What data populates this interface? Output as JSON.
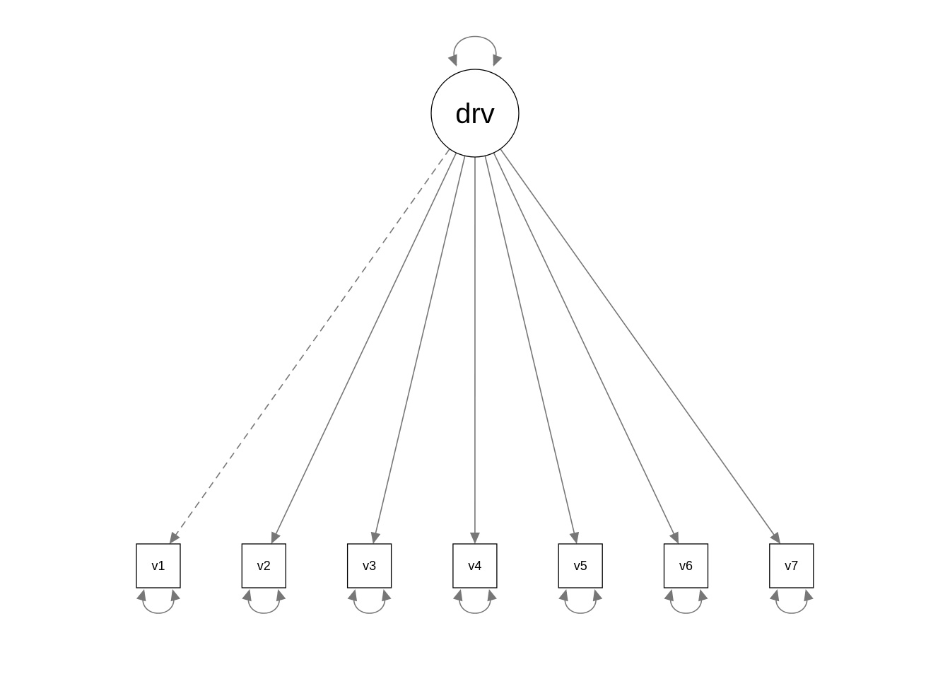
{
  "diagram": {
    "latent": {
      "label": "drv"
    },
    "indicators": [
      {
        "label": "v1",
        "loading_style": "dashed"
      },
      {
        "label": "v2",
        "loading_style": "solid"
      },
      {
        "label": "v3",
        "loading_style": "solid"
      },
      {
        "label": "v4",
        "loading_style": "solid"
      },
      {
        "label": "v5",
        "loading_style": "solid"
      },
      {
        "label": "v6",
        "loading_style": "solid"
      },
      {
        "label": "v7",
        "loading_style": "solid"
      }
    ],
    "colors": {
      "edge": "#777777",
      "node_border": "#000000",
      "node_fill": "#ffffff",
      "text": "#000000"
    }
  }
}
